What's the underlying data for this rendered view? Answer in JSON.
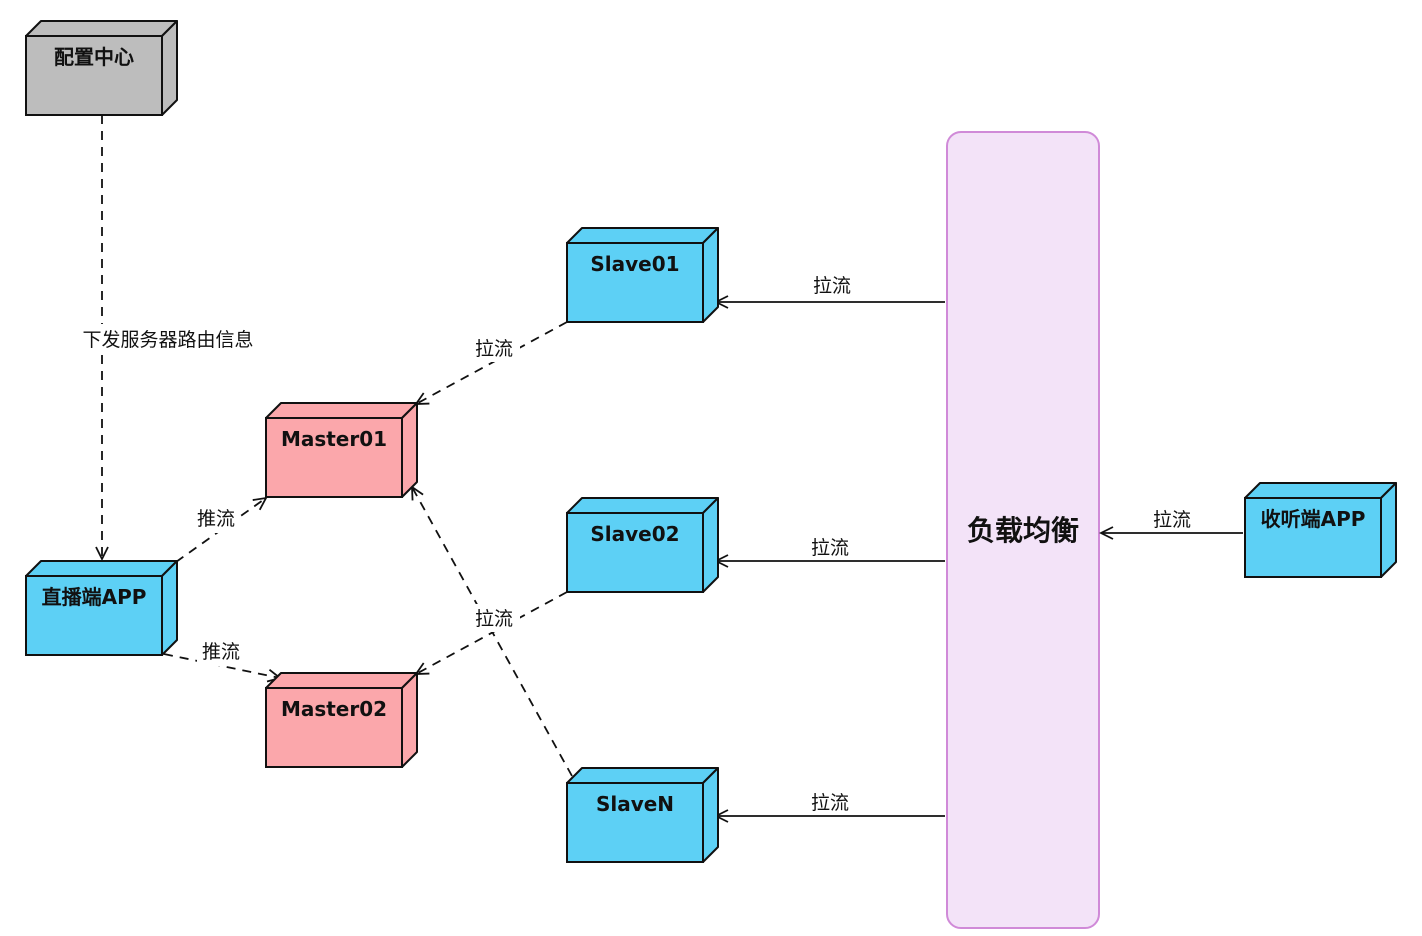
{
  "colors": {
    "config": "#bdbdbd",
    "node_blue": "#5dd0f5",
    "node_pink": "#fba7ab",
    "lb_fill": "#f3e3f8",
    "lb_stroke": "#d08ad8",
    "stroke": "#111111"
  },
  "nodes": {
    "config_center": "配置中心",
    "broadcaster_app": "直播端APP",
    "master01": "Master01",
    "master02": "Master02",
    "slave01": "Slave01",
    "slave02": "Slave02",
    "slaveN": "SlaveN",
    "load_balancer": "负载均衡",
    "listener_app": "收听端APP"
  },
  "edges": {
    "config_to_app": "下发服务器路由信息",
    "push_master01": "推流",
    "push_master02": "推流",
    "slave01_pull": "拉流",
    "slaves_pull": "拉流",
    "lb_slave01": "拉流",
    "lb_slave02": "拉流",
    "lb_slaveN": "拉流",
    "listener_lb": "拉流"
  }
}
